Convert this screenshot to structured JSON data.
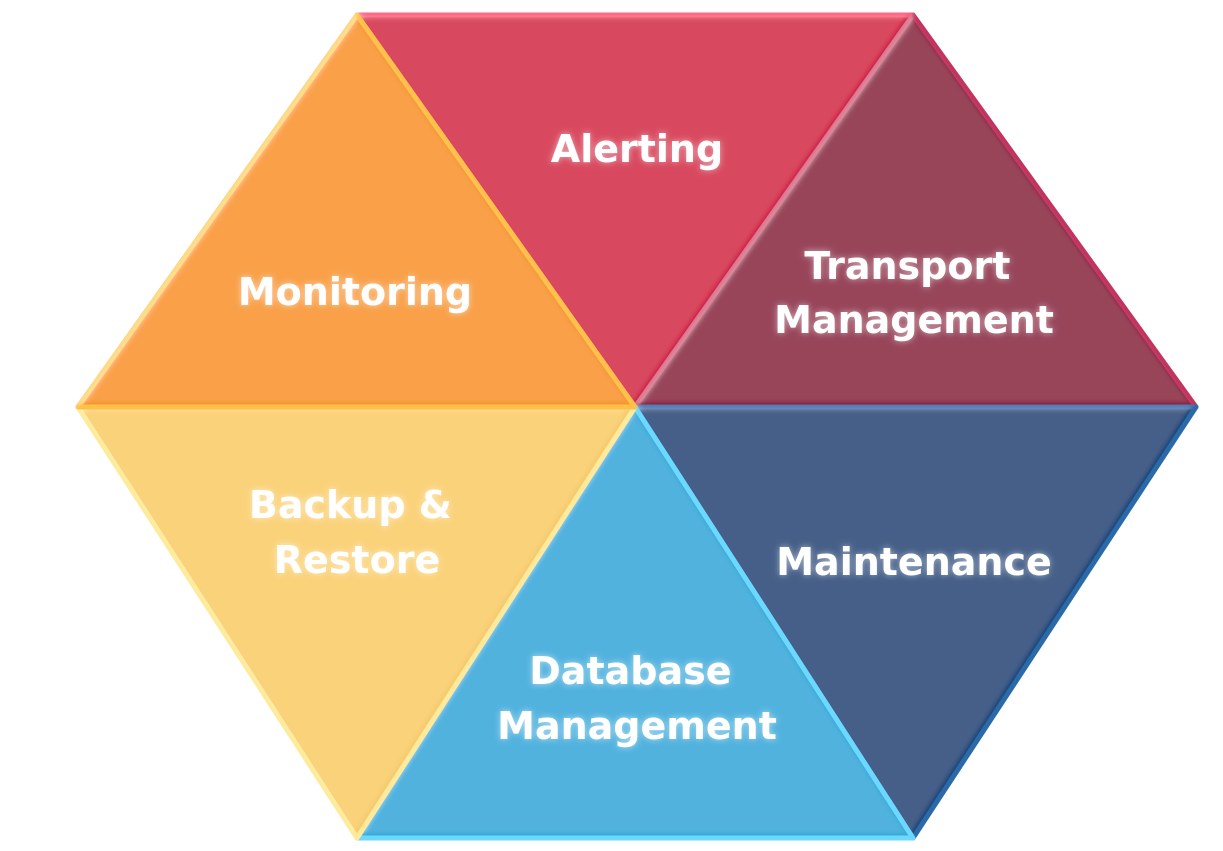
{
  "segments": [
    {
      "id": "alerting",
      "lines": [
        "Alerting"
      ],
      "color": "#d12046",
      "edge": "#ff4f74"
    },
    {
      "id": "transport",
      "lines": [
        "Transport",
        "Management"
      ],
      "color": "#8c1640",
      "edge": "#c2315f"
    },
    {
      "id": "maintenance",
      "lines": [
        "Maintenance"
      ],
      "color": "#16467a",
      "edge": "#2a6aa8"
    },
    {
      "id": "database",
      "lines": [
        "Database",
        "Management"
      ],
      "color": "#31a8d7",
      "edge": "#6ad8ff"
    },
    {
      "id": "backup",
      "lines": [
        "Backup &",
        "Restore"
      ],
      "color": "#f4ca6b",
      "edge": "#ffe99a"
    },
    {
      "id": "monitoring",
      "lines": [
        "Monitoring"
      ],
      "color": "#f39522",
      "edge": "#ffc04a"
    }
  ]
}
